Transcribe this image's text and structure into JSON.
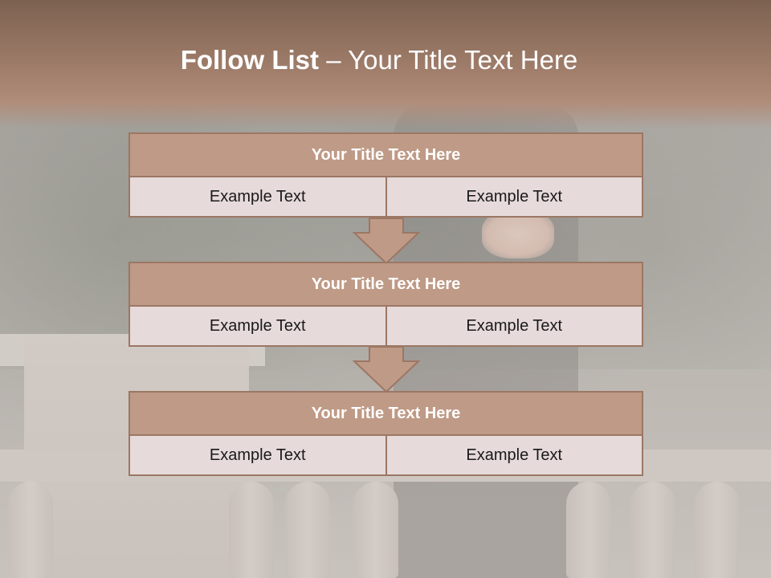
{
  "slide": {
    "title_bold": "Follow List",
    "title_rest": "– Your Title Text Here"
  },
  "blocks": [
    {
      "heading": "Your Title Text Here",
      "cells": [
        "Example Text",
        "Example Text"
      ]
    },
    {
      "heading": "Your Title Text Here",
      "cells": [
        "Example Text",
        "Example Text"
      ]
    },
    {
      "heading": "Your Title Text Here",
      "cells": [
        "Example Text",
        "Example Text"
      ]
    }
  ],
  "icons": {
    "connector": "down-arrow-icon"
  },
  "colors": {
    "header_band": "#a07e6b",
    "block_heading": "#bf9a86",
    "block_cell": "#e6dada",
    "block_border": "#9c7764",
    "title_text": "#ffffff"
  }
}
